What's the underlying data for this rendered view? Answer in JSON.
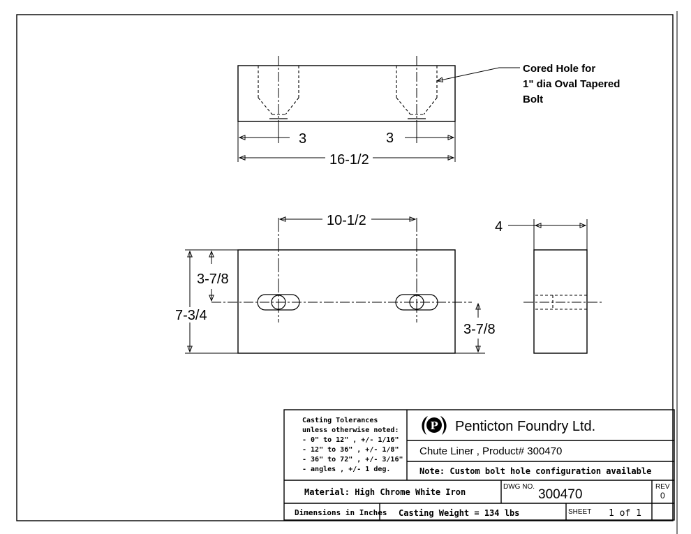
{
  "views": {
    "top": {
      "callout": [
        "Cored Hole for",
        "1\" dia Oval Tapered",
        "Bolt"
      ],
      "dim_left": "3",
      "dim_right": "3",
      "dim_overall": "16-1/2"
    },
    "front": {
      "dim_hole_spacing": "10-1/2",
      "dim_upper": "3-7/8",
      "dim_height": "7-3/4",
      "dim_lower": "3-7/8"
    },
    "side": {
      "dim_thickness": "4"
    }
  },
  "title_block": {
    "tolerances": {
      "title": "Casting Tolerances",
      "subtitle": "unless otherwise noted:",
      "lines": [
        "-   0\" to 12\" , +/- 1/16\"",
        "- 12\" to 36\" , +/- 1/8\"",
        "- 36\" to 72\" , +/- 3/16\"",
        "- angles       , +/- 1 deg."
      ]
    },
    "logo_letter": "P",
    "company": "Penticton Foundry Ltd.",
    "product": "Chute Liner , Product# 300470",
    "note": "Note: Custom bolt hole configuration available",
    "material": "Material: High Chrome White Iron",
    "dwg_label": "DWG NO.",
    "dwg_number": "300470",
    "rev_label": "REV",
    "rev_value": "0",
    "dimensions_note": "Dimensions in Inches",
    "casting_weight": "Casting Weight = 134 lbs",
    "sheet_label": "SHEET",
    "sheet_value": "1 of 1"
  }
}
